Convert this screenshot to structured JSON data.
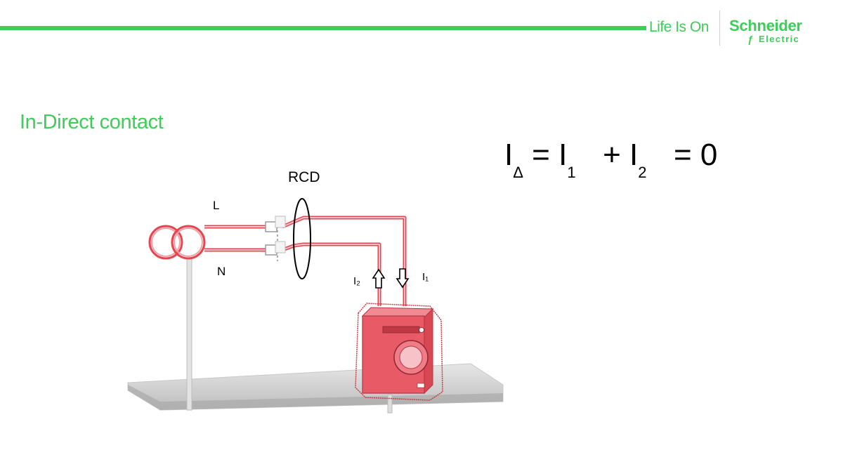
{
  "header": {
    "tagline": "Life Is On",
    "logo_main": "Schneider",
    "logo_sub": "Electric",
    "logo_mark": "ƒ"
  },
  "slide": {
    "title": "In-Direct contact"
  },
  "equation": {
    "lhs_symbol": "I",
    "lhs_sub": "Δ",
    "eq1": "=",
    "term1": "I",
    "term1_sub": "1",
    "plus": "+",
    "term2": "I",
    "term2_sub": "2",
    "eq2": "=",
    "result": "0"
  },
  "diagram": {
    "rcd_label": "RCD",
    "line_label": "L",
    "neutral_label": "N",
    "i1_label": "I₁",
    "i2_label": "I₂"
  },
  "colors": {
    "brand_green": "#3dcd58",
    "wire_red": "#e8444f",
    "appliance_fill": "#e85a66"
  }
}
